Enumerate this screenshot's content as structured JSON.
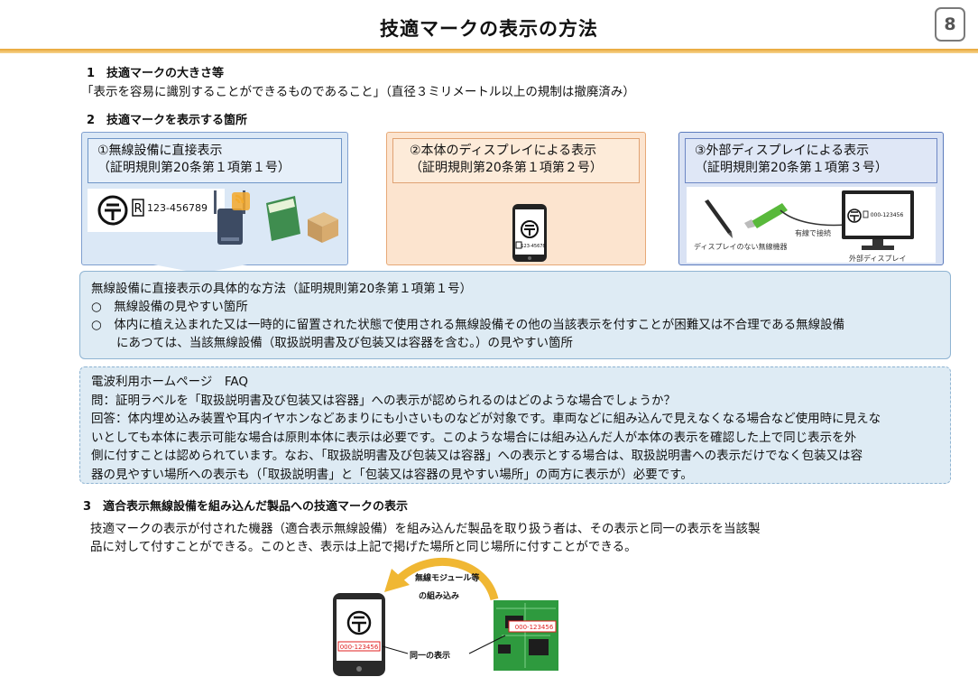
{
  "header": {
    "title": "技適マークの表示の方法",
    "page_number": "8"
  },
  "section1": {
    "heading": "1　技適マークの大きさ等",
    "text": "「表示を容易に識別することができるものであること」（直径３ミリメートル以上の規制は撤廃済み）"
  },
  "section2": {
    "heading": "2　技適マークを表示する箇所",
    "panels": [
      {
        "line1": "①無線設備に直接表示",
        "line2": "（証明規則第20条第１項第１号）",
        "example_code": "123-456789"
      },
      {
        "line1": "②本体のディスプレイによる表示",
        "line2": "（証明規則第20条第１項第２号）",
        "screen_code": "123-45678"
      },
      {
        "line1": "③外部ディスプレイによる表示",
        "line2": "（証明規則第20条第１項第３号）",
        "device_caption": "ディスプレイのない無線機器",
        "cable_caption": "有線で接続",
        "monitor_caption": "外部ディスプレイ",
        "monitor_code": "000-123456"
      }
    ],
    "method": {
      "title": "無線設備に直接表示の具体的な方法（証明規則第20条第１項第１号）",
      "item1": "○　無線設備の見やすい箇所",
      "item2_line1": "○　体内に植え込まれた又は一時的に留置された状態で使用される無線設備その他の当該表示を付すことが困難又は不合理である無線設備",
      "item2_line2": "にあつては、当該無線設備（取扱説明書及び包装又は容器を含む。）の見やすい箇所"
    },
    "faq": {
      "title": "電波利用ホームページ　FAQ",
      "question": "問：証明ラベルを「取扱説明書及び包装又は容器」への表示が認められるのはどのような場合でしょうか？",
      "answer1": "回答：体内埋め込み装置や耳内イヤホンなどあまりにも小さいものなどが対象です。車両などに組み込んで見えなくなる場合など使用時に見えな",
      "answer2": "いとしても本体に表示可能な場合は原則本体に表示は必要です。このような場合には組み込んだ人が本体の表示を確認した上で同じ表示を外",
      "answer3": "側に付すことは認められています。なお、「取扱説明書及び包装又は容器」への表示とする場合は、取扱説明書への表示だけでなく包装又は容",
      "answer4": "器の見やすい場所への表示も（「取扱説明書」と「包装又は容器の見やすい場所」の両方に表示が）必要です。"
    }
  },
  "section3": {
    "heading": "3　適合表示無線設備を組み込んだ製品への技適マークの表示",
    "text1": "技適マークの表示が付された機器（適合表示無線設備）を組み込んだ製品を取り扱う者は、その表示と同一の表示を当該製",
    "text2": "品に対して付すことができる。このとき、表示は上記で掲げた場所と同じ場所に付すことができる。",
    "arrow_caption1": "無線モジュール等",
    "arrow_caption2": "の組み込み",
    "same_caption": "同一の表示",
    "code": "000-123456",
    "r_letter": "R"
  },
  "colors": {
    "header_rule": "#e8a434",
    "panel1_bg": "#dbe8f6",
    "panel2_bg": "#fce4cf",
    "panel3_bg": "#d9e2f4",
    "info_box_bg": "#deebf4"
  },
  "icons": [
    "giteki-mark-icon",
    "r-mark-icon",
    "router-icon",
    "manual-book-icon",
    "package-box-icon",
    "smartphone-icon",
    "pen-device-icon",
    "usb-dongle-icon",
    "monitor-icon",
    "curved-arrow-icon",
    "circuit-board-icon"
  ]
}
